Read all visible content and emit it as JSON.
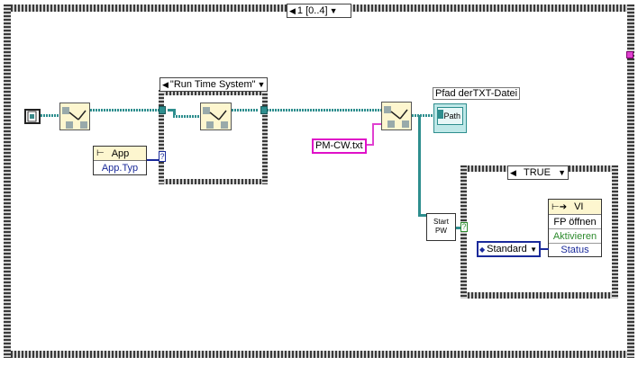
{
  "diagram": {
    "outer_frame": {
      "selector_label": "1 [0..4]"
    },
    "case_runtime": {
      "selector_label": "\"Run Time System\""
    },
    "case_true": {
      "selector_label": "TRUE"
    },
    "app_property": {
      "class_label": "App",
      "property_label": "App.Typ"
    },
    "path_indicator": {
      "caption": "Pfad derTXT-Datei",
      "icon_text": "Path"
    },
    "string_constant": {
      "value": "PM-CW.txt"
    },
    "subvi_start": {
      "line1": "Start",
      "line2": "PW"
    },
    "vi_invoke": {
      "class_label": "VI",
      "method_label": "FP öffnen",
      "param1": "Aktivieren",
      "param2": "Status"
    },
    "enum_constant": {
      "value": "Standard"
    }
  },
  "colors": {
    "wire_teal": "#2e8e8e",
    "wire_pink": "#e040d0",
    "string_border": "#e010c8",
    "enum_border": "#1a2a9a",
    "node_bg": "#fdf6cf"
  }
}
